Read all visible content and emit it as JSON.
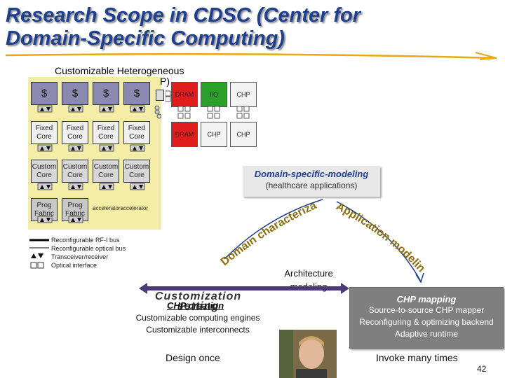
{
  "title": {
    "line1": "Research Scope in CDSC (Center for",
    "line2": "Domain-Specific Computing)"
  },
  "chip": {
    "heading": "Customizable Heterogeneous",
    "heading_partial": "P)",
    "cache_label": "$",
    "fixed_core": "Fixed Core",
    "custom_core": "Custom Core",
    "prog_fabric": "Prog Fabric",
    "accelerator": "accelerator",
    "memory_row1": [
      "DRAM",
      "I/O",
      "CHP"
    ],
    "memory_row2": [
      "DRAM",
      "CHP",
      "CHP"
    ]
  },
  "legend": {
    "rf": "Reconfigurable RF-I bus",
    "optical": "Reconfigurable optical bus",
    "transceiver": "Transceiver/receiver",
    "interface": "Optical interface"
  },
  "domain_modeling": {
    "title": "Domain-specific-modeling",
    "subtitle": "(healthcare applications)"
  },
  "arcs": {
    "application_modeling": "Application modeling",
    "domain_characterization": "Domain characterization"
  },
  "architecture_modeling": {
    "line1": "Architecture",
    "line2": "modeling"
  },
  "customization": {
    "label": "Customization setting",
    "word1": "Customization",
    "word2": "setting"
  },
  "chp_creation": {
    "title": "CHP creation",
    "line1": "Customizable computing engines",
    "line2": "Customizable interconnects"
  },
  "chp_mapping": {
    "title": "CHP mapping",
    "line1": "Source-to-source CHP mapper",
    "line2": "Reconfiguring & optimizing backend",
    "line3": "Adaptive runtime"
  },
  "bottom": {
    "design_once": "Design once",
    "invoke": "Invoke many times"
  },
  "page_number": "42",
  "colors": {
    "title_blue": "#1f3f8f",
    "chip_bg": "#f3eda8",
    "dram_red": "#e01d1d",
    "io_green": "#2aa02a",
    "mapping_gray": "#7f7f7f"
  }
}
